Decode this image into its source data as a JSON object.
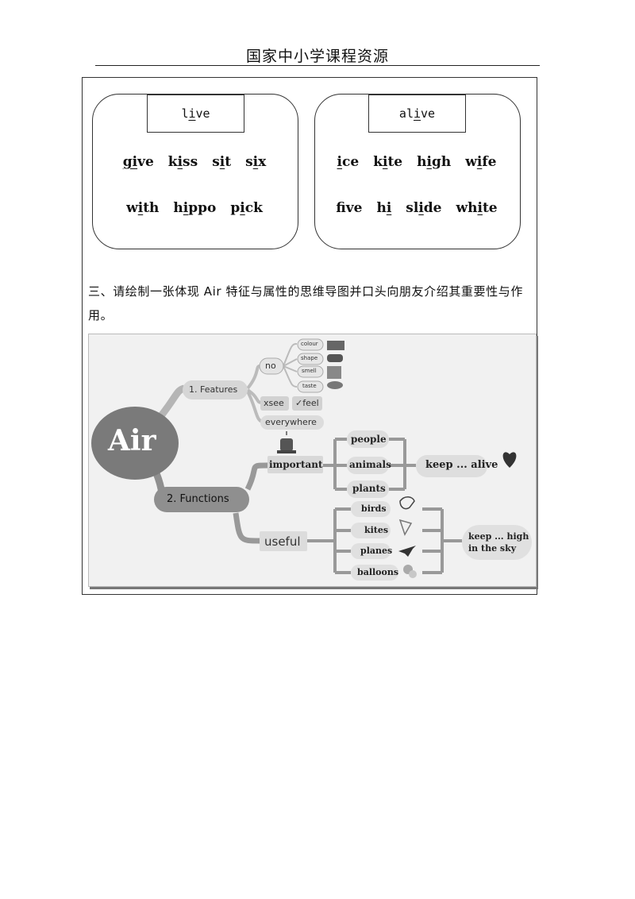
{
  "header": {
    "title": "国家中小学课程资源"
  },
  "phonics": [
    {
      "title_pre": "l",
      "title_u": "i",
      "title_post": "ve",
      "rows": [
        [
          {
            "pre": "",
            "u": "gi",
            "post": "ve"
          },
          {
            "pre": "k",
            "u": "i",
            "post": "ss"
          },
          {
            "pre": "s",
            "u": "i",
            "post": "t"
          },
          {
            "pre": "s",
            "u": "i",
            "post": "x"
          }
        ],
        [
          {
            "pre": "w",
            "u": "i",
            "post": "th"
          },
          {
            "pre": "h",
            "u": "i",
            "post": "ppo"
          },
          {
            "pre": "p",
            "u": "i",
            "post": "ck"
          }
        ]
      ]
    },
    {
      "title_pre": "al",
      "title_u": "i",
      "title_post": "ve",
      "rows": [
        [
          {
            "pre": "",
            "u": "i",
            "post": "ce"
          },
          {
            "pre": "k",
            "u": "i",
            "post": "te"
          },
          {
            "pre": "h",
            "u": "i",
            "post": "gh"
          },
          {
            "pre": "w",
            "u": "i",
            "post": "fe"
          }
        ],
        [
          {
            "pre": "f",
            "u": "i",
            "post": "ve"
          },
          {
            "pre": "h",
            "u": "i",
            "post": ""
          },
          {
            "pre": "sl",
            "u": "i",
            "post": "de"
          },
          {
            "pre": "wh",
            "u": "i",
            "post": "te"
          }
        ]
      ]
    }
  ],
  "task": {
    "text": "三、请绘制一张体现 Air 特征与属性的思维导图并口头向朋友介绍其重要性与作用。"
  },
  "mindmap": {
    "center": "Air",
    "features": {
      "label": "1. Features",
      "no": "no",
      "no_items": [
        "colour",
        "shape",
        "smell",
        "taste"
      ],
      "see": "xsee",
      "feel": "✓feel",
      "everywhere": "everywhere"
    },
    "functions": {
      "label": "2. Functions",
      "important": "important",
      "important_items": [
        "people",
        "animals",
        "plants"
      ],
      "important_result": "keep ... alive",
      "useful": "useful",
      "useful_items": [
        "birds",
        "kites",
        "planes",
        "balloons"
      ],
      "useful_result_1": "keep ... high",
      "useful_result_2": "in the sky"
    },
    "colors": {
      "center": "#7a7a7a",
      "branch": "#9a9a9a",
      "bubble": "#dcdcdc",
      "heart": "#333333"
    }
  }
}
